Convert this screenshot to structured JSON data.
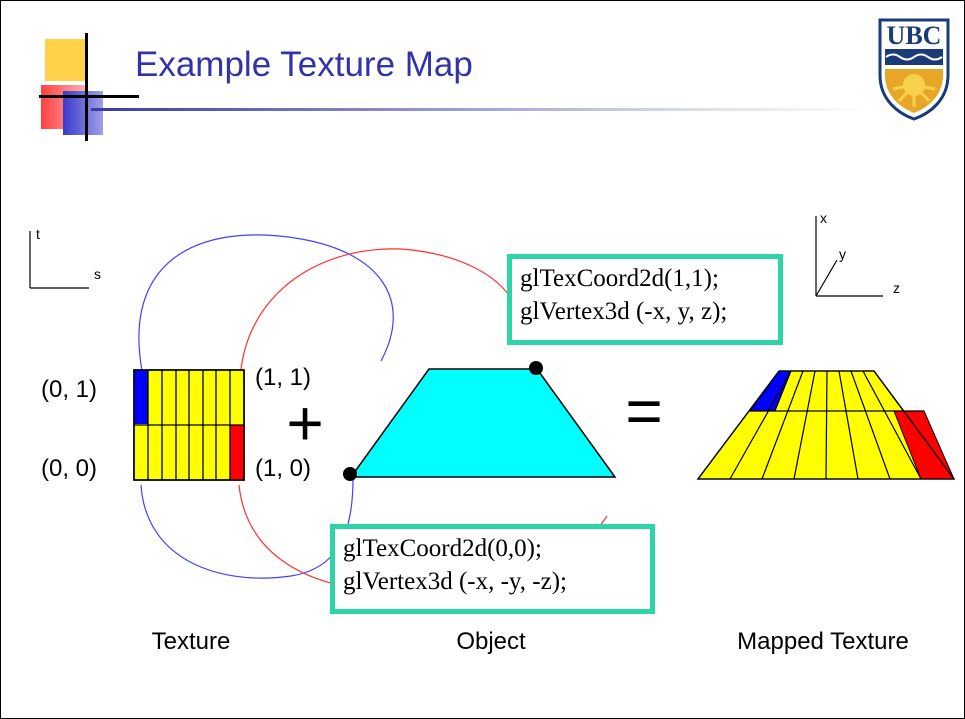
{
  "slide": {
    "title": "Example Texture Map",
    "logo_text": "UBC"
  },
  "axes_2d": {
    "vertical_label": "t",
    "horizontal_label": "s"
  },
  "axes_3d": {
    "x_label": "x",
    "y_label": "y",
    "z_label": "z"
  },
  "texture": {
    "label_top_left": "(0, 1)",
    "label_bottom_left": "(0, 0)",
    "label_top_right": "(1, 1)",
    "label_bottom_right": "(1, 0)",
    "caption": "Texture",
    "fill_color": "#ffff00",
    "corner_top_left_color": "#0000ff",
    "corner_bottom_right_color": "#ff0000"
  },
  "operators": {
    "plus": "+",
    "equals": "="
  },
  "object": {
    "caption": "Object",
    "fill_color": "#00ffff"
  },
  "mapped": {
    "caption": "Mapped Texture"
  },
  "code_top": {
    "line1": "glTexCoord2d(1,1);",
    "line2": "glVertex3d (-x, y, z);"
  },
  "code_bottom": {
    "line1": "glTexCoord2d(0,0);",
    "line2": "glVertex3d (-x, -y, -z);"
  }
}
